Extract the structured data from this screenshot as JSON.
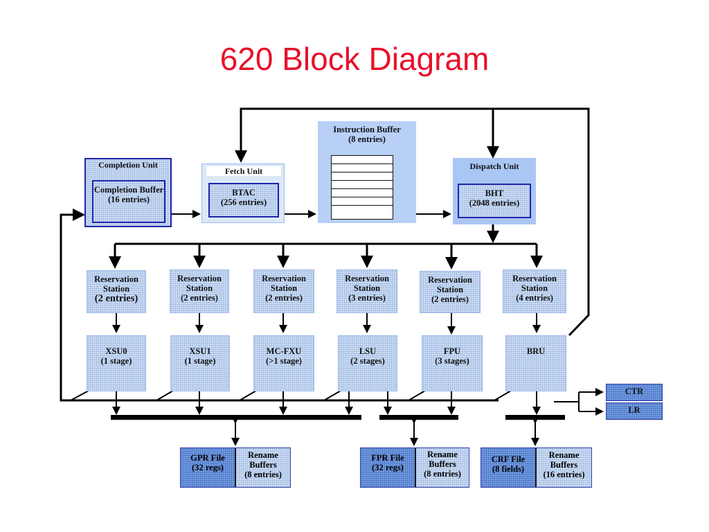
{
  "title": "620 Block Diagram",
  "colors": {
    "title": "#e8102a",
    "box_fill": "#c9dcf6",
    "dark_fill": "#6f9ae6",
    "border": "#1f23a8",
    "wire": "#000000"
  },
  "completion_unit": {
    "label": "Completion Unit",
    "inner_label": "Completion Buffer",
    "inner_entries": "(16 entries)"
  },
  "fetch_unit": {
    "label": "Fetch Unit",
    "inner_label": "BTAC",
    "inner_entries": "(256 entries)"
  },
  "instruction_buffer": {
    "label": "Instruction Buffer",
    "entries": "(8 entries)"
  },
  "dispatch_unit": {
    "label": "Dispatch Unit",
    "inner_label": "BHT",
    "inner_entries": "(2048 entries)"
  },
  "reservation_stations": [
    {
      "label": "Reservation Station",
      "entries": "(2 entries)"
    },
    {
      "label": "Reservation Station",
      "entries": "(2 entries)"
    },
    {
      "label": "Reservation Station",
      "entries": "(2 entries)"
    },
    {
      "label": "Reservation Station",
      "entries": "(3 entries)"
    },
    {
      "label": "Reservation Station",
      "entries": "(2 entries)"
    },
    {
      "label": "Reservation Station",
      "entries": "(4 entries)"
    }
  ],
  "execution_units": [
    {
      "name": "XSU0",
      "stages": "(1 stage)"
    },
    {
      "name": "XSU1",
      "stages": "(1 stage)"
    },
    {
      "name": "MC-FXU",
      "stages": "(>1 stage)"
    },
    {
      "name": "LSU",
      "stages": "(2 stages)"
    },
    {
      "name": "FPU",
      "stages": "(3 stages)"
    },
    {
      "name": "BRU",
      "stages": ""
    }
  ],
  "registers": {
    "ctr": "CTR",
    "lr": "LR",
    "gpr": {
      "file": "GPR File",
      "size": "(32 regs)",
      "rename": "Rename Buffers",
      "rename_entries": "(8 entries)"
    },
    "fpr": {
      "file": "FPR File",
      "size": "(32 regs)",
      "rename": "Rename Buffers",
      "rename_entries": "(8 entries)"
    },
    "crf": {
      "file": "CRF File",
      "size": "(8 fields)",
      "rename": "Rename Buffers",
      "rename_entries": "(16 entries)"
    }
  }
}
